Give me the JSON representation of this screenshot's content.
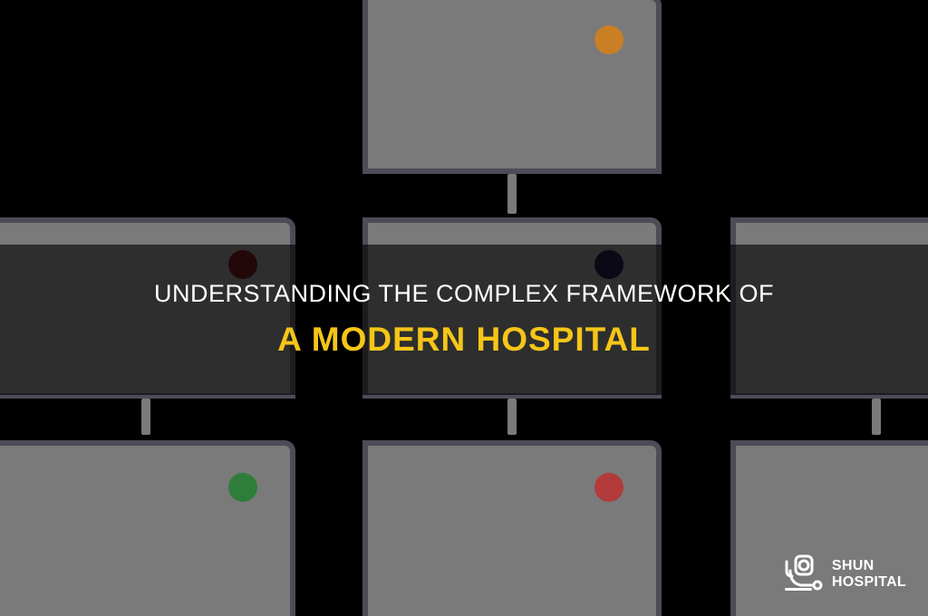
{
  "headline": {
    "line1": "UNDERSTANDING THE COMPLEX FRAMEWORK OF",
    "line2": "A MODERN HOSPITAL"
  },
  "logo": {
    "word1": "SHUN",
    "word2": "HOSPITAL",
    "icon": "stethoscope-icon"
  },
  "org_chart": {
    "boxes": [
      {
        "name": "top-box",
        "dot_color": "#c97f23"
      },
      {
        "name": "mid-left-box",
        "dot_color": "#5a1515"
      },
      {
        "name": "mid-center-box",
        "dot_color": "#1b1b3a"
      },
      {
        "name": "mid-right-box",
        "dot_color": ""
      },
      {
        "name": "bottom-left-box",
        "dot_color": "#2f7d3a"
      },
      {
        "name": "bottom-center-box",
        "dot_color": "#b23a3a"
      },
      {
        "name": "bottom-right-box",
        "dot_color": ""
      }
    ]
  },
  "colors": {
    "box_fill": "#7a7a7a",
    "box_border": "#4f4a58",
    "headline_accent": "#f5c518",
    "headline_text": "#ffffff",
    "background": "#000000"
  }
}
